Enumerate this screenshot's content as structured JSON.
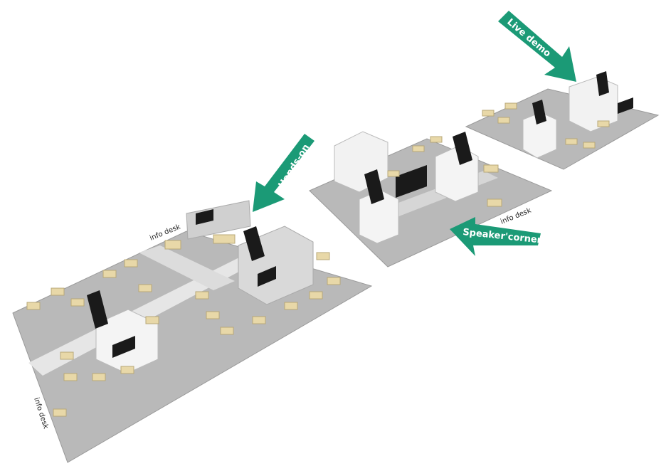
{
  "callouts": {
    "live_demo": "Live demo",
    "hands_on": "Hands-on",
    "speaker_corner": "Speaker'corner"
  },
  "labels": {
    "info_desk_left": "info desk",
    "info_desk_center": "info desk",
    "info_desk_bottom": "info desk"
  },
  "colors": {
    "arrow": "#1b9a76",
    "floor": "#b9b9b9",
    "aisle": "#e6e6e6",
    "table": "#e8d8a8",
    "screen": "#1a1a1a"
  }
}
